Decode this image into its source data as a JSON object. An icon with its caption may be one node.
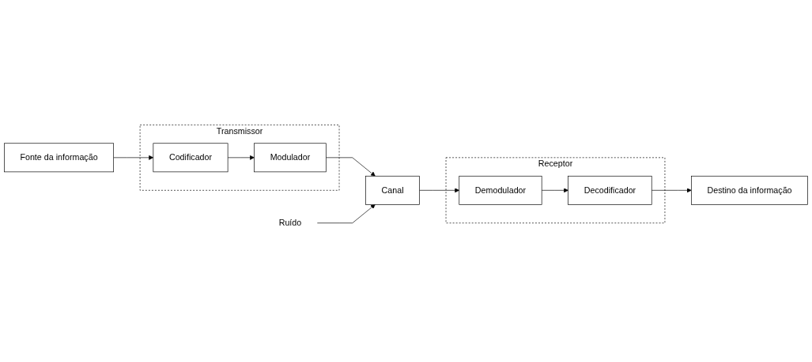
{
  "diagram": {
    "nodes": [
      {
        "text": [
          "Transmissor"
        ]
      },
      {
        "text": [
          "Fonte da informação"
        ]
      },
      {
        "text": [
          "Codificador"
        ],
        "in": 0
      },
      {
        "text": [
          "Modulador"
        ],
        "in": 0
      },
      {
        "text": [
          "Canal"
        ]
      },
      {
        "text": [
          "Ruído"
        ]
      },
      {
        "text": [
          "Receptor"
        ]
      },
      {
        "text": [
          "Demodulador"
        ],
        "in": 6
      },
      {
        "text": [
          "Decodificador"
        ],
        "in": 6
      },
      {
        "text": [
          "Destino da informação"
        ]
      }
    ],
    "edges": [
      {
        "from": 1,
        "to": 2,
        "arrow": "to"
      },
      {
        "from": 2,
        "to": 3,
        "arrow": "to"
      },
      {
        "from": 3,
        "to": 4,
        "arrow": "to"
      },
      {
        "from": 5,
        "to": 4,
        "arrow": "to"
      },
      {
        "from": 4,
        "to": 7,
        "arrow": "to"
      },
      {
        "from": 7,
        "to": 8,
        "arrow": "to"
      },
      {
        "from": 8,
        "to": 9,
        "arrow": "to"
      }
    ]
  }
}
